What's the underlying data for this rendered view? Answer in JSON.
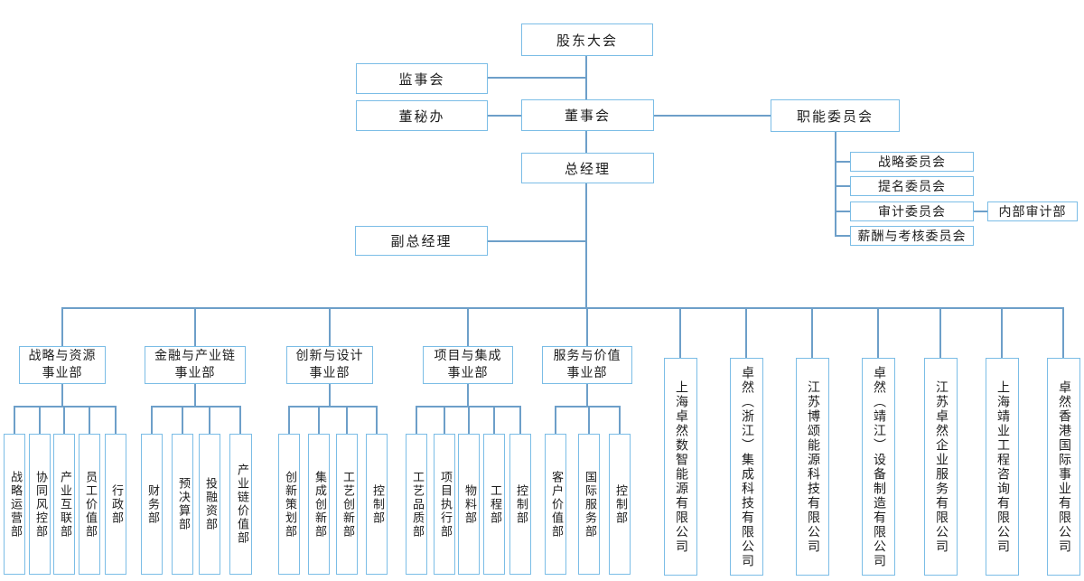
{
  "org": {
    "shareholders": "股东大会",
    "supervisory_board": "监事会",
    "board_secretary_office": "董秘办",
    "board_of_directors": "董事会",
    "functional_committees": "职能委员会",
    "general_manager": "总经理",
    "deputy_general_manager": "副总经理",
    "committees": [
      "战略委员会",
      "提名委员会",
      "审计委员会",
      "薪酬与考核委员会"
    ],
    "internal_audit_dept": "内部审计部",
    "divisions": [
      {
        "line1": "战略与资源",
        "line2": "事业部",
        "depts": [
          "战略运营部",
          "协同风控部",
          "产业互联部",
          "员工价值部",
          "行政部"
        ]
      },
      {
        "line1": "金融与产业链",
        "line2": "事业部",
        "depts": [
          "财务部",
          "预决算部",
          "投融资部",
          "产业链价值部"
        ]
      },
      {
        "line1": "创新与设计",
        "line2": "事业部",
        "depts": [
          "创新策划部",
          "集成创新部",
          "工艺创新部",
          "控制部"
        ]
      },
      {
        "line1": "项目与集成",
        "line2": "事业部",
        "depts": [
          "工艺品质部",
          "项目执行部",
          "物料部",
          "工程部",
          "控制部"
        ]
      },
      {
        "line1": "服务与价值",
        "line2": "事业部",
        "depts": [
          "客户价值部",
          "国际服务部",
          "控制部"
        ]
      }
    ],
    "companies": [
      "上海卓然数智能源有限公司",
      "卓然（浙江）集成科技有限公司",
      "江苏博颂能源科技有限公司",
      "卓然（靖江）设备制造有限公司",
      "江苏卓然企业服务有限公司",
      "上海靖业工程咨询有限公司",
      "卓然香港国际事业有限公司"
    ],
    "colors": {
      "box_border": "#7bbde6",
      "connector": "#6d9fc9"
    }
  }
}
